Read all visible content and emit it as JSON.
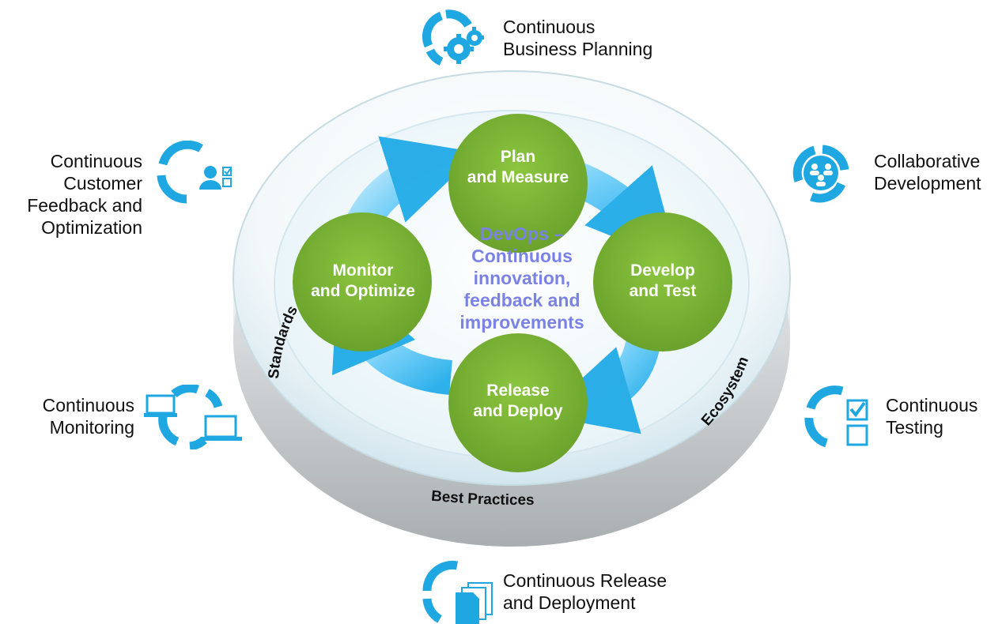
{
  "practices": [
    {
      "id": "business-planning",
      "lines": [
        "Continuous",
        "Business Planning"
      ],
      "icon": "gears-icon"
    },
    {
      "id": "collaborative-development",
      "lines": [
        "Collaborative",
        "Development"
      ],
      "icon": "people-network-icon"
    },
    {
      "id": "testing",
      "lines": [
        "Continuous",
        "Testing"
      ],
      "icon": "checklist-icon"
    },
    {
      "id": "release-deployment",
      "lines": [
        "Continuous Release",
        "and Deployment"
      ],
      "icon": "documents-icon"
    },
    {
      "id": "monitoring",
      "lines": [
        "Continuous",
        "Monitoring"
      ],
      "icon": "laptops-icon"
    },
    {
      "id": "customer-feedback",
      "lines": [
        "Continuous",
        "Customer",
        "Feedback and",
        "Optimization"
      ],
      "icon": "customer-checklist-icon"
    }
  ],
  "stages": [
    {
      "id": "plan",
      "lines": [
        "Plan",
        "and Measure"
      ]
    },
    {
      "id": "develop",
      "lines": [
        "Develop",
        "and Test"
      ]
    },
    {
      "id": "release",
      "lines": [
        "Release",
        "and Deploy"
      ]
    },
    {
      "id": "monitor",
      "lines": [
        "Monitor",
        "and Optimize"
      ]
    }
  ],
  "center": {
    "lines": [
      "DevOps –",
      "Continuous",
      "innovation,",
      "feedback and",
      "improvements"
    ]
  },
  "rim": {
    "left": "Standards",
    "bottom": "Best Practices",
    "right": "Ecosystem"
  },
  "colors": {
    "icon_blue": "#1ea7e1",
    "stage_green": "#7ab534",
    "center_text": "#7a82e6",
    "arrow_blue": "#29b6f6"
  }
}
